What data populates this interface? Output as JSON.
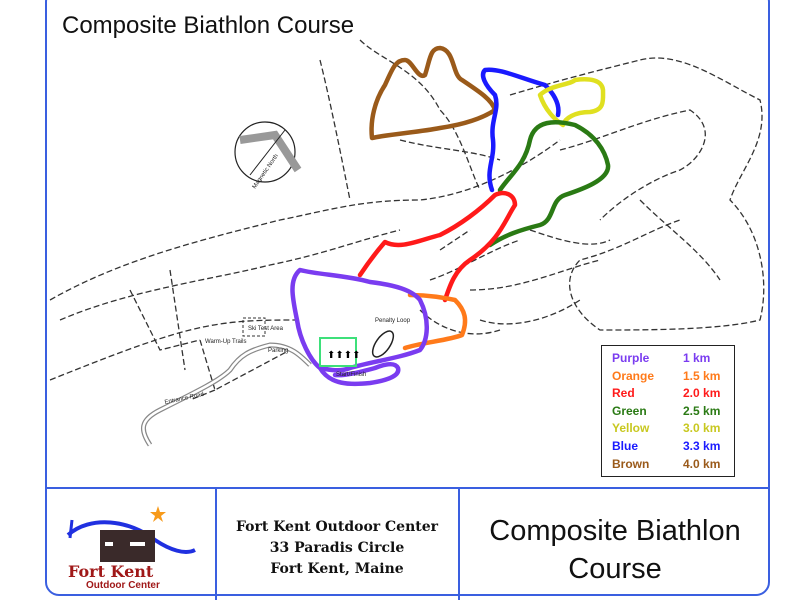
{
  "title": "Composite Biathlon Course",
  "map_labels": {
    "north": "Magnetic North",
    "ski_test": "Ski Test Area",
    "warmup": "Warm-Up Trails",
    "parking": "Parking",
    "entrance": "Entrance Road",
    "penalty": "Penalty Loop",
    "start": "Start/Finish"
  },
  "legend": [
    {
      "name": "Purple",
      "distance": "1 km",
      "color": "#7a3cf0"
    },
    {
      "name": "Orange",
      "distance": "1.5 km",
      "color": "#ff7a1a"
    },
    {
      "name": "Red",
      "distance": "2.0 km",
      "color": "#ff1a1a"
    },
    {
      "name": "Green",
      "distance": "2.5 km",
      "color": "#2a7a14"
    },
    {
      "name": "Yellow",
      "distance": "3.0 km",
      "color": "#c8c820"
    },
    {
      "name": "Blue",
      "distance": "3.3 km",
      "color": "#1a1aff"
    },
    {
      "name": "Brown",
      "distance": "4.0 km",
      "color": "#9a5a1a"
    }
  ],
  "footer": {
    "logo_line1": "Fort Kent",
    "logo_line2": "Outdoor Center",
    "address": [
      "Fort Kent Outdoor Center",
      "33 Paradis Circle",
      "Fort Kent, Maine"
    ],
    "title_line1": "Composite Biathlon",
    "title_line2": "Course"
  }
}
